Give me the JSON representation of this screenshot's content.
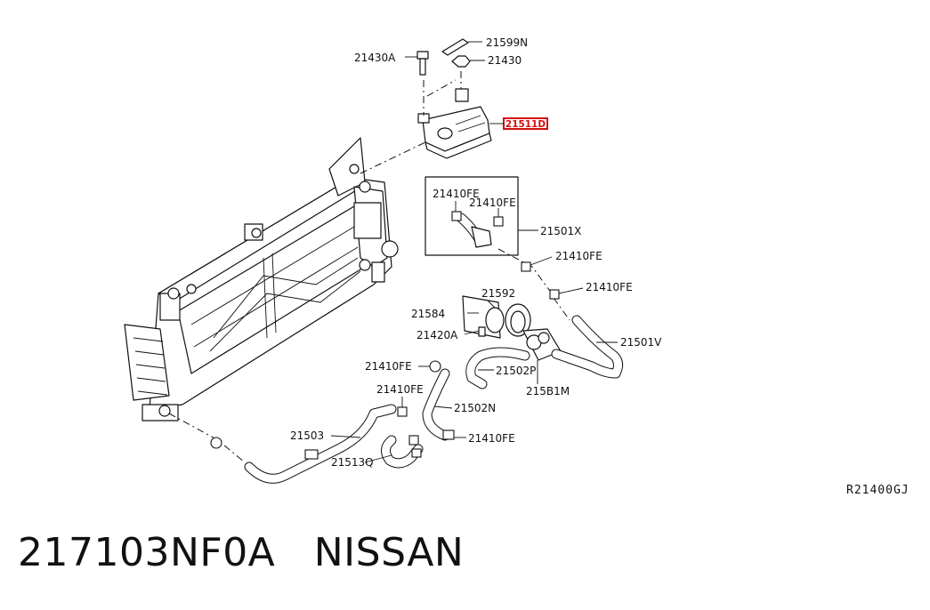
{
  "diagram": {
    "callouts": [
      {
        "id": "c-21599n",
        "text": "21599N"
      },
      {
        "id": "c-21430a",
        "text": "21430A"
      },
      {
        "id": "c-21430",
        "text": "21430"
      },
      {
        "id": "c-21501x",
        "text": "21501X"
      },
      {
        "id": "c-21410fe-a",
        "text": "21410FE"
      },
      {
        "id": "c-21410fe-b",
        "text": "21410FE"
      },
      {
        "id": "c-21410fe-c",
        "text": "21410FE"
      },
      {
        "id": "c-21410fe-d",
        "text": "21410FE"
      },
      {
        "id": "c-21592",
        "text": "21592"
      },
      {
        "id": "c-21584",
        "text": "21584"
      },
      {
        "id": "c-21420a",
        "text": "21420A"
      },
      {
        "id": "c-21501v",
        "text": "21501V"
      },
      {
        "id": "c-21410fe-e",
        "text": "21410FE"
      },
      {
        "id": "c-21502p",
        "text": "21502P"
      },
      {
        "id": "c-215b1m",
        "text": "215B1M"
      },
      {
        "id": "c-21410fe-f",
        "text": "21410FE"
      },
      {
        "id": "c-21502n",
        "text": "21502N"
      },
      {
        "id": "c-21503",
        "text": "21503"
      },
      {
        "id": "c-21410fe-g",
        "text": "21410FE"
      },
      {
        "id": "c-21513q",
        "text": "21513Q"
      }
    ],
    "highlighted_part": "21511D",
    "highlight_color": "#d01010",
    "diagram_code": "R21400GJ"
  },
  "caption": {
    "part_number": "217103NF0A",
    "brand": "NISSAN"
  }
}
